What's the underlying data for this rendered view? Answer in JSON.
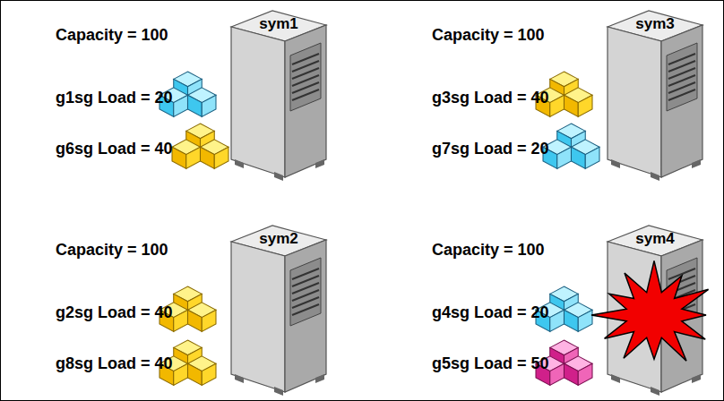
{
  "diagram": {
    "nodes": [
      {
        "text": [
          "sym1"
        ]
      },
      {
        "text": [
          "sym3"
        ]
      },
      {
        "text": [
          "sym2"
        ]
      },
      {
        "text": [
          "sym4"
        ]
      }
    ],
    "labels": [
      "Capacity = 100",
      "g1sg Load = 20",
      "g6sg Load = 40",
      "Capacity = 100",
      "g3sg Load = 40",
      "g7sg Load = 20",
      "Capacity = 100",
      "g2sg Load = 40",
      "g8sg Load = 40",
      "Capacity = 100",
      "g4sg Load = 20",
      "g5sg Load = 50"
    ]
  }
}
